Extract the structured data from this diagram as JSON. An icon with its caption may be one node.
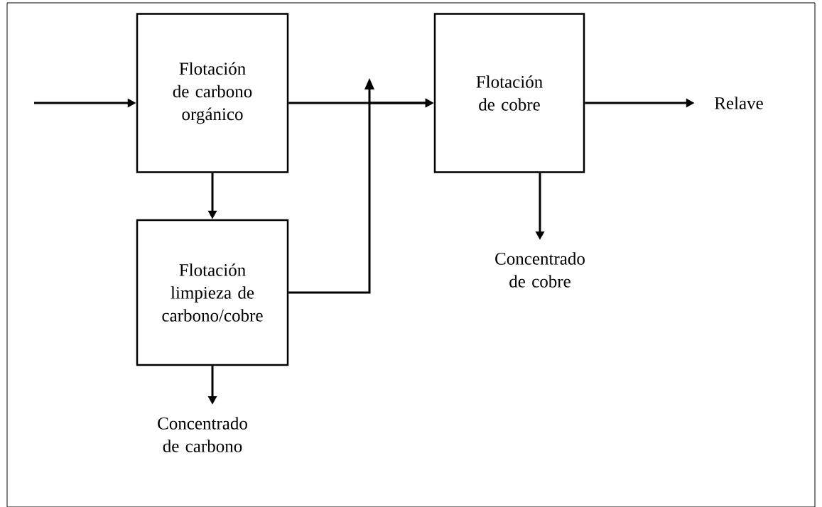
{
  "diagram": {
    "nodes": [
      {
        "text": [
          "Flotación de carbono orgánico"
        ]
      },
      {
        "text": [
          "Flotación limpieza de carbono/cobre"
        ]
      },
      {
        "text": [
          "Flotación de cobre"
        ]
      },
      {
        "text": [
          "Relave"
        ]
      },
      {
        "text": [
          "Concentrado de cobre"
        ]
      },
      {
        "text": [
          "Concentrado de carbono"
        ]
      }
    ],
    "edges": [
      {
        "from": null,
        "to": 0,
        "arrow": "to"
      },
      {
        "from": 0,
        "to": 2,
        "arrow": "to"
      },
      {
        "from": 1,
        "to": 2,
        "arrow": "to"
      },
      {
        "from": 0,
        "to": 1,
        "arrow": "to"
      },
      {
        "from": 2,
        "to": 3,
        "arrow": "to"
      },
      {
        "from": 2,
        "to": 4,
        "arrow": "to"
      },
      {
        "from": 1,
        "to": 5,
        "arrow": "to"
      }
    ]
  }
}
